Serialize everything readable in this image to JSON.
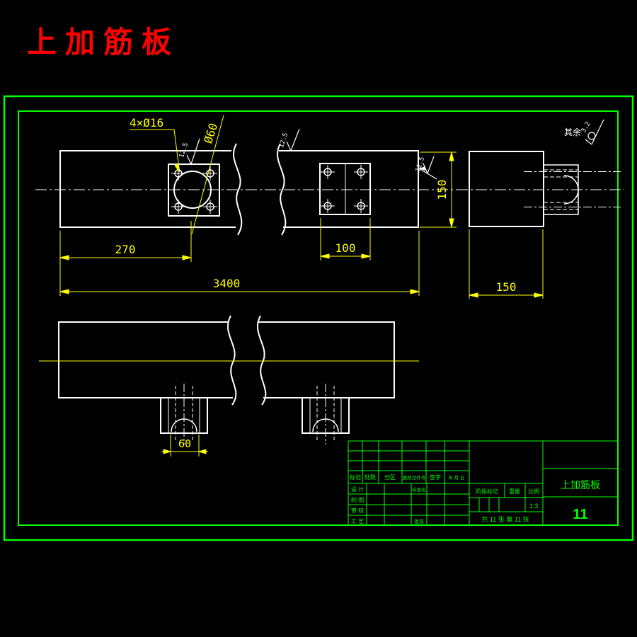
{
  "title": "上加筋板",
  "surface_note": {
    "prefix": "其余",
    "value": "3.2"
  },
  "callouts": {
    "holes": "4×Ø16",
    "center_hole": "Ø60"
  },
  "roughness": {
    "r1": "12.5",
    "r2": "12.5",
    "r3": "12.5"
  },
  "dims": {
    "left_offset": "270",
    "plate_width": "100",
    "total_length": "3400",
    "height": "150",
    "end_width": "150",
    "socket_width": "60"
  },
  "title_block": {
    "rev_cols": [
      "标记",
      "处数",
      "分区",
      "更改文件号",
      "签字",
      "年 月 日"
    ],
    "roles": [
      "设 计",
      "制 图",
      "审 核",
      "工 艺"
    ],
    "std_label": "标准化",
    "approve_label": "批准",
    "stage_label": "阶段标记",
    "weight_label": "重量",
    "scale_label": "比例",
    "scale_value": "1:3",
    "sheet_info": "共 11 张 第 11 张",
    "part_name": "上加筋板",
    "drawing_number": "11"
  },
  "colors": {
    "bg": "#000000",
    "frame": "#00ff00",
    "line": "#ffffff",
    "dim": "#ffff00",
    "title": "#ff0000"
  }
}
